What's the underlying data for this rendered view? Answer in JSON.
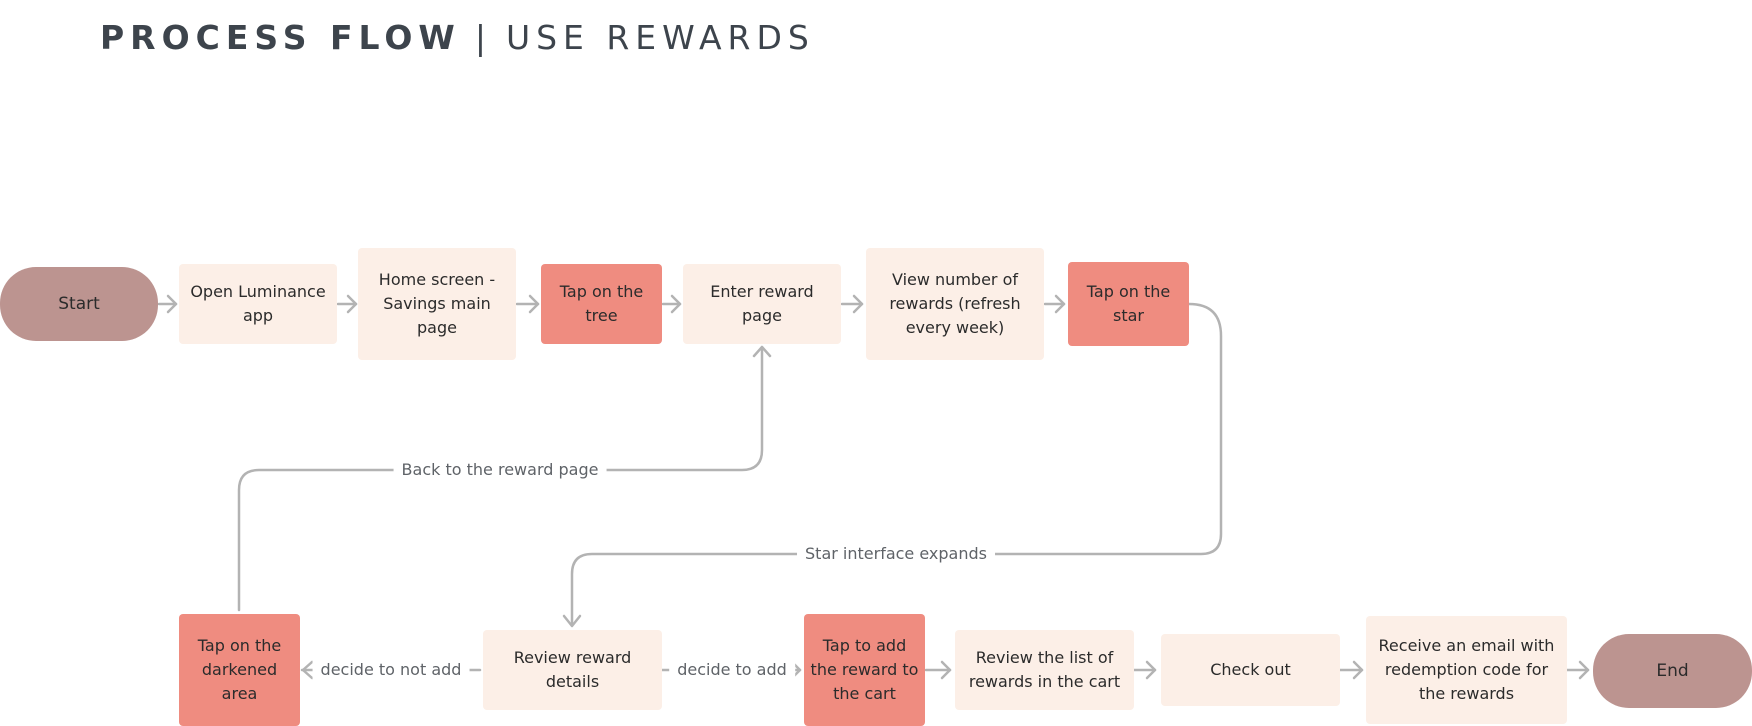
{
  "title": {
    "bold": "PROCESS FLOW",
    "separator": "|",
    "light": "USE REWARDS"
  },
  "colors": {
    "pale_step": "#fcefe7",
    "action_step": "#ef8c80",
    "terminal": "#bc9490",
    "connector": "#b3b3b3",
    "title": "#3d444c"
  },
  "nodes": {
    "start": "Start",
    "open_app": "Open Luminance app",
    "home_screen": "Home screen - Savings main page",
    "tap_tree": "Tap on the tree",
    "enter_reward": "Enter reward page",
    "view_rewards": "View number of rewards (refresh every week)",
    "tap_star": "Tap on the star",
    "tap_darkened": "Tap on the darkened area",
    "review_details": "Review reward details",
    "tap_add_cart": "Tap to add the reward to the cart",
    "review_list": "Review the list of rewards in the cart",
    "check_out": "Check out",
    "receive_email": "Receive an email with redemption code for the rewards",
    "end": "End"
  },
  "edge_labels": {
    "back_to_reward": "Back to the reward page",
    "star_expands": "Star interface expands",
    "decide_not_add": "decide to not add",
    "decide_add": "decide to add"
  }
}
